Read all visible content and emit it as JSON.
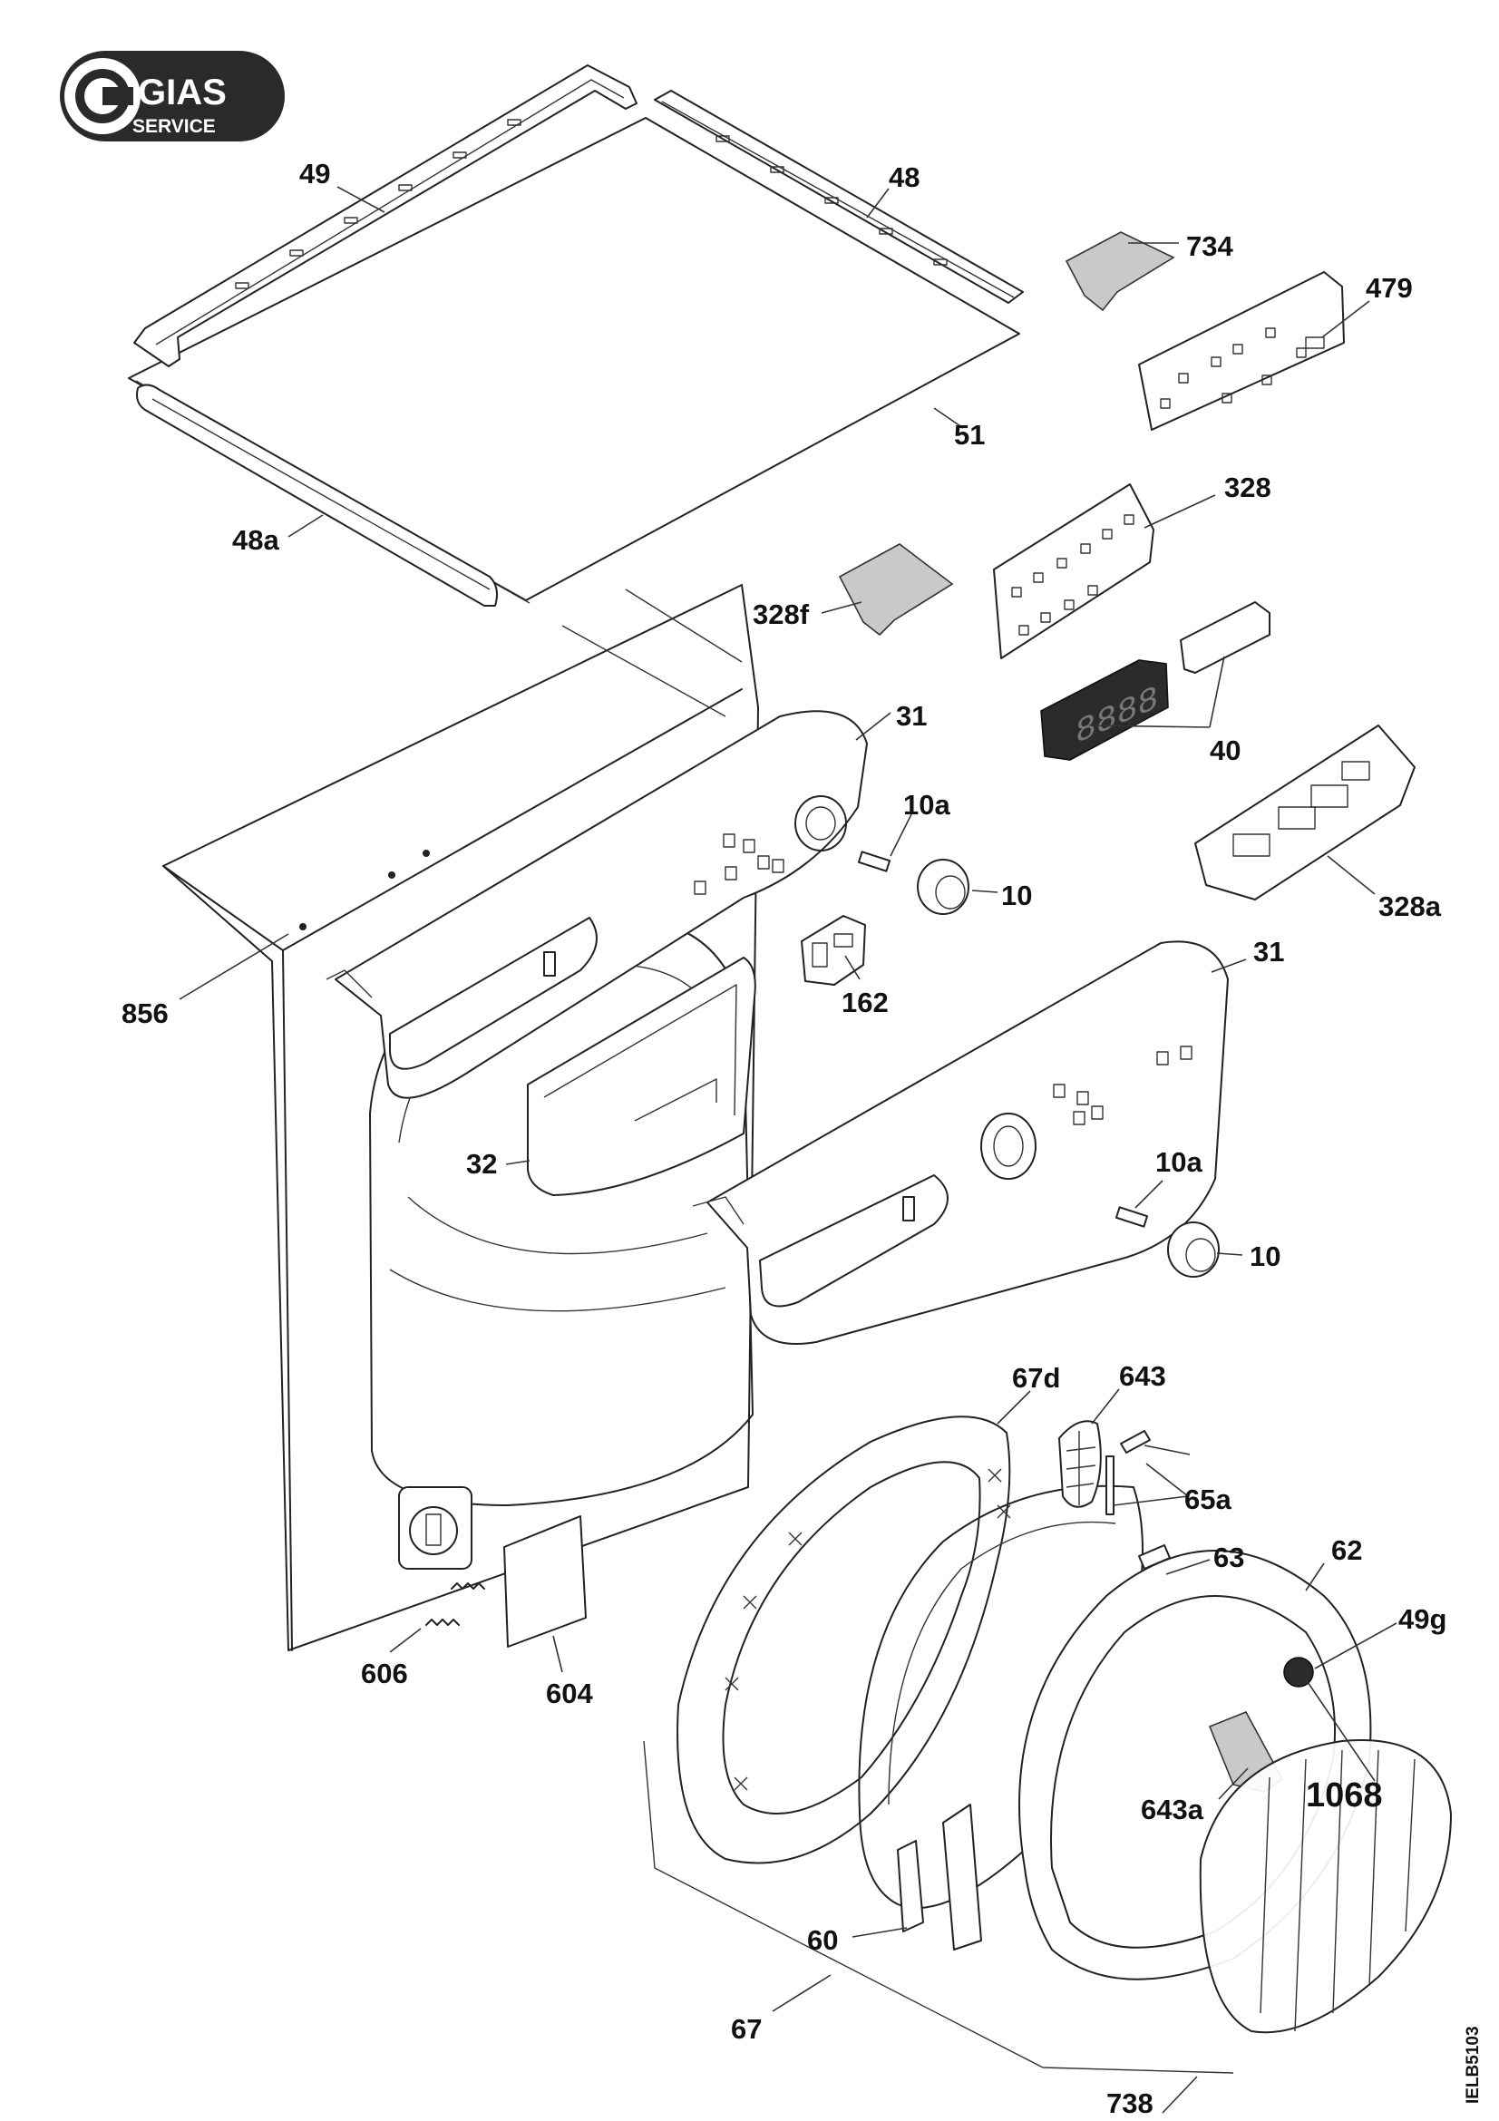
{
  "logo": {
    "brand": "GIAS",
    "sub": "SERVICE"
  },
  "code": "IELB5103",
  "labels": {
    "l49": "49",
    "l48": "48",
    "l734": "734",
    "l479": "479",
    "l51": "51",
    "l48a": "48a",
    "l328": "328",
    "l328f": "328f",
    "l31a": "31",
    "l40": "40",
    "l10a_1": "10a",
    "l10_1": "10",
    "l328a": "328a",
    "l856": "856",
    "l162": "162",
    "l31b": "31",
    "l32": "32",
    "l10a_2": "10a",
    "l10_2": "10",
    "l67d": "67d",
    "l643": "643",
    "l65a": "65a",
    "l63": "63",
    "l62": "62",
    "l49g": "49g",
    "l606": "606",
    "l604": "604",
    "l643a": "643a",
    "l1068": "1068",
    "l60": "60",
    "l67": "67",
    "l738": "738"
  }
}
